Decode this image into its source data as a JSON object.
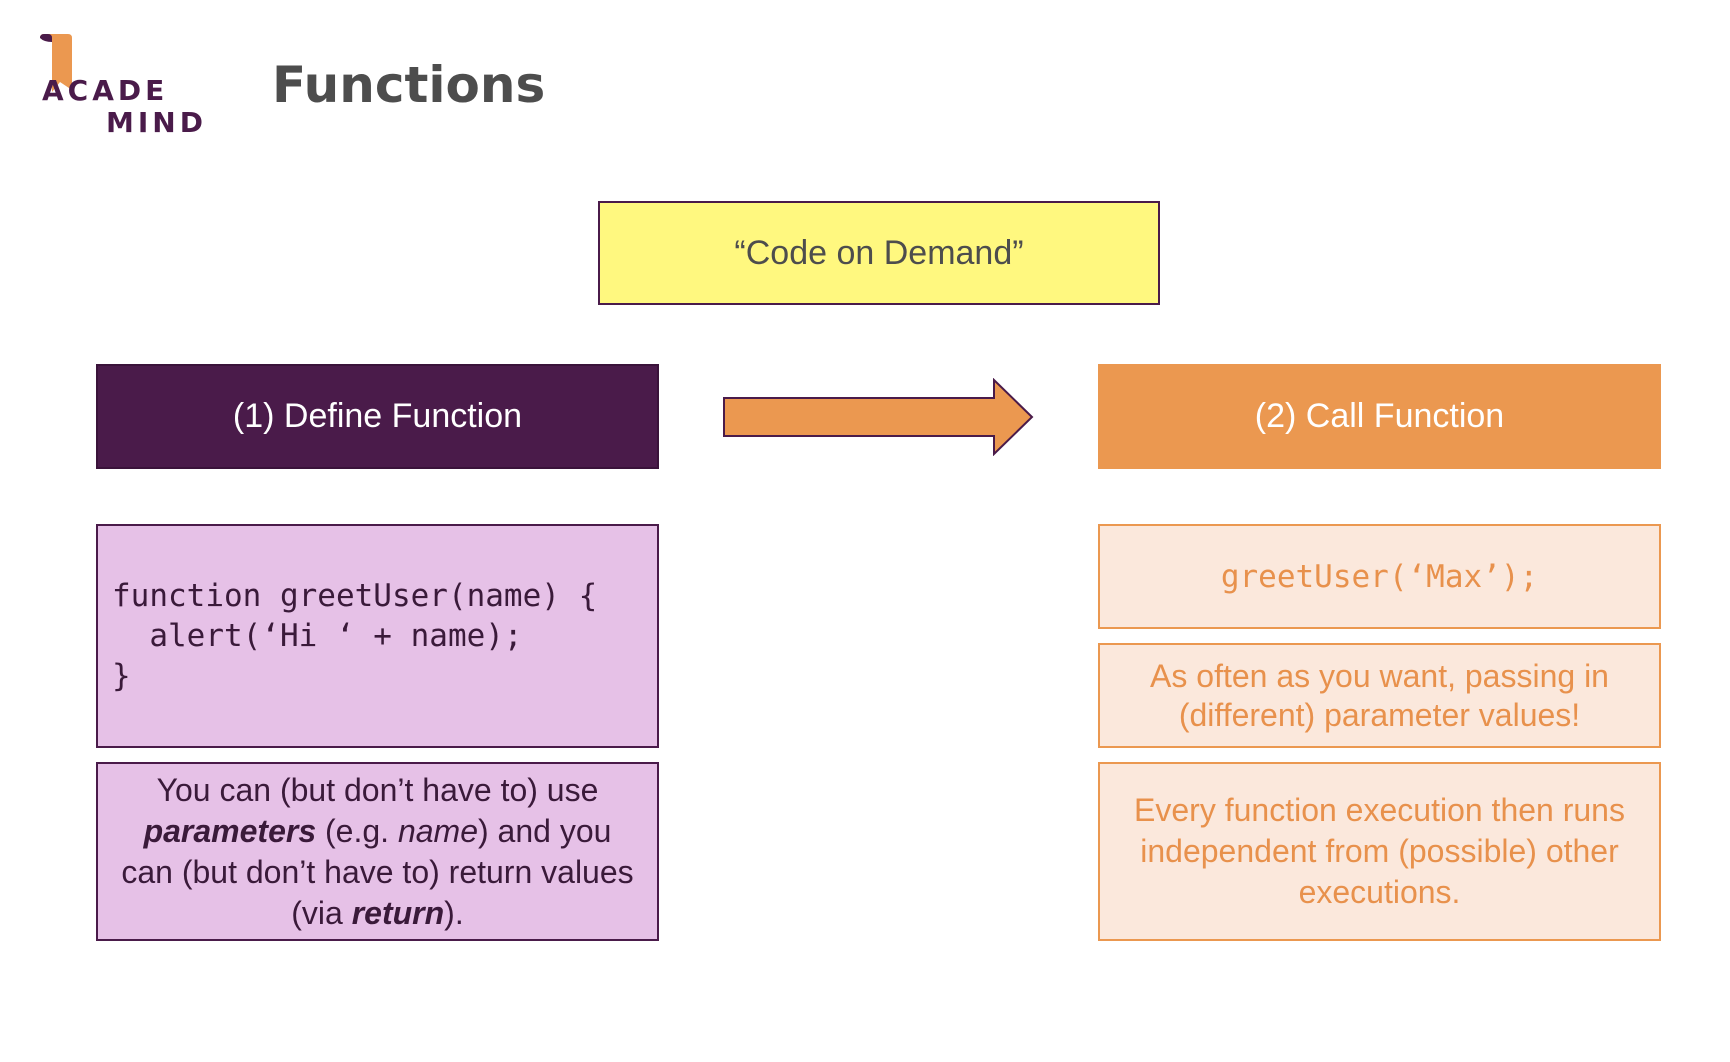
{
  "logo": {
    "line1": "ACADE",
    "line2": "MIND"
  },
  "title": "Functions",
  "concept": "“Code on Demand”",
  "define": {
    "header": "(1) Define Function",
    "code": "function greetUser(name) {\n  alert(‘Hi ‘ + name);\n}",
    "note": {
      "part1": "You can (but don’t have to) use ",
      "param_word": "parameters",
      "part2": " (e.g. ",
      "name_word": "name",
      "part3": ") and you can (but don’t have to) return values (via ",
      "return_word": "return",
      "part4": ")."
    }
  },
  "call": {
    "header": "(2) Call Function",
    "code": "greetUser(‘Max’);",
    "note1": "As often as you want, passing in (different) parameter values!",
    "note2": "Every function execution then runs independent from (possible) other executions."
  },
  "colors": {
    "purple": "#4a1b4a",
    "orange": "#eb9850",
    "yellow": "#fff87f",
    "light_purple": "#e6c1e7",
    "light_orange": "#fbe8dc"
  }
}
